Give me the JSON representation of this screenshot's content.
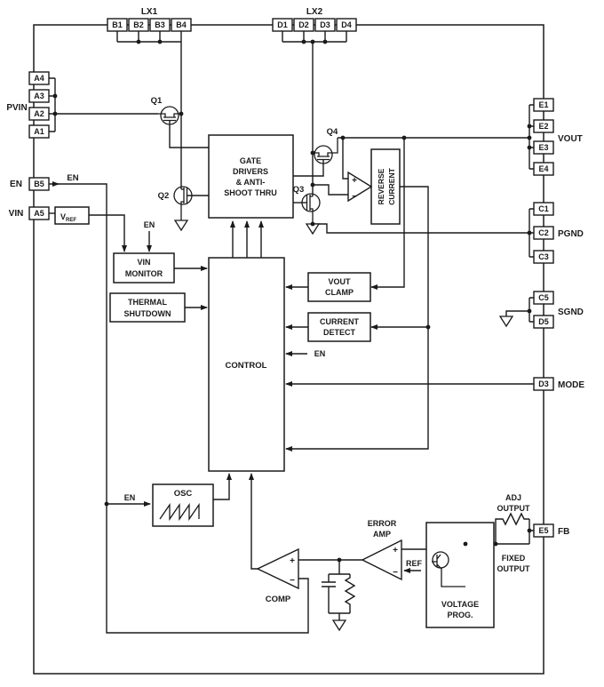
{
  "colors": {
    "line": "#1a1a1a",
    "background": "#ffffff"
  },
  "pin_groups": {
    "lx1": {
      "label": "LX1",
      "pins": [
        "B1",
        "B2",
        "B3",
        "B4"
      ]
    },
    "lx2": {
      "label": "LX2",
      "pins": [
        "D1",
        "D2",
        "D3",
        "D4"
      ]
    },
    "pvin": {
      "label": "PVIN",
      "pins": [
        "A4",
        "A3",
        "A2",
        "A1"
      ]
    },
    "en": {
      "label": "EN",
      "pins": [
        "B5"
      ]
    },
    "vin": {
      "label": "VIN",
      "pins": [
        "A5"
      ]
    },
    "vout": {
      "label": "VOUT",
      "pins": [
        "E1",
        "E2",
        "E3",
        "E4"
      ]
    },
    "pgnd": {
      "label": "PGND",
      "pins": [
        "C1",
        "C2",
        "C3"
      ]
    },
    "sgnd": {
      "label": "SGND",
      "pins": [
        "C5",
        "D5"
      ]
    },
    "mode": {
      "label": "MODE",
      "pins": [
        "D3"
      ]
    },
    "fb": {
      "label": "FB",
      "pins": [
        "E5"
      ]
    }
  },
  "blocks": {
    "gate_drivers": {
      "lines": [
        "GATE",
        "DRIVERS",
        "& ANTI-",
        "SHOOT THRU"
      ]
    },
    "control": {
      "label": "CONTROL"
    },
    "vin_monitor": {
      "lines": [
        "VIN",
        "MONITOR"
      ]
    },
    "thermal_shutdown": {
      "lines": [
        "THERMAL",
        "SHUTDOWN"
      ]
    },
    "vout_clamp": {
      "lines": [
        "VOUT",
        "CLAMP"
      ]
    },
    "current_detect": {
      "lines": [
        "CURRENT",
        "DETECT"
      ]
    },
    "reverse_current": {
      "lines": [
        "REVERSE",
        "CURRENT"
      ]
    },
    "osc": {
      "label": "OSC"
    },
    "voltage_prog": {
      "lines": [
        "VOLTAGE",
        "PROG."
      ]
    },
    "vref": {
      "v": "V",
      "sub": "REF"
    },
    "error_amp": {
      "lines": [
        "ERROR",
        "AMP"
      ]
    },
    "comp": {
      "label": "COMP"
    }
  },
  "transistors": {
    "q1": "Q1",
    "q2": "Q2",
    "q3": "Q3",
    "q4": "Q4"
  },
  "signals": {
    "en": "EN",
    "ref": "REF"
  },
  "annotations": {
    "adj_output": {
      "lines": [
        "ADJ",
        "OUTPUT"
      ]
    },
    "fixed_output": {
      "lines": [
        "FIXED",
        "OUTPUT"
      ]
    }
  },
  "symbols": {
    "plus": "+",
    "minus": "−"
  }
}
